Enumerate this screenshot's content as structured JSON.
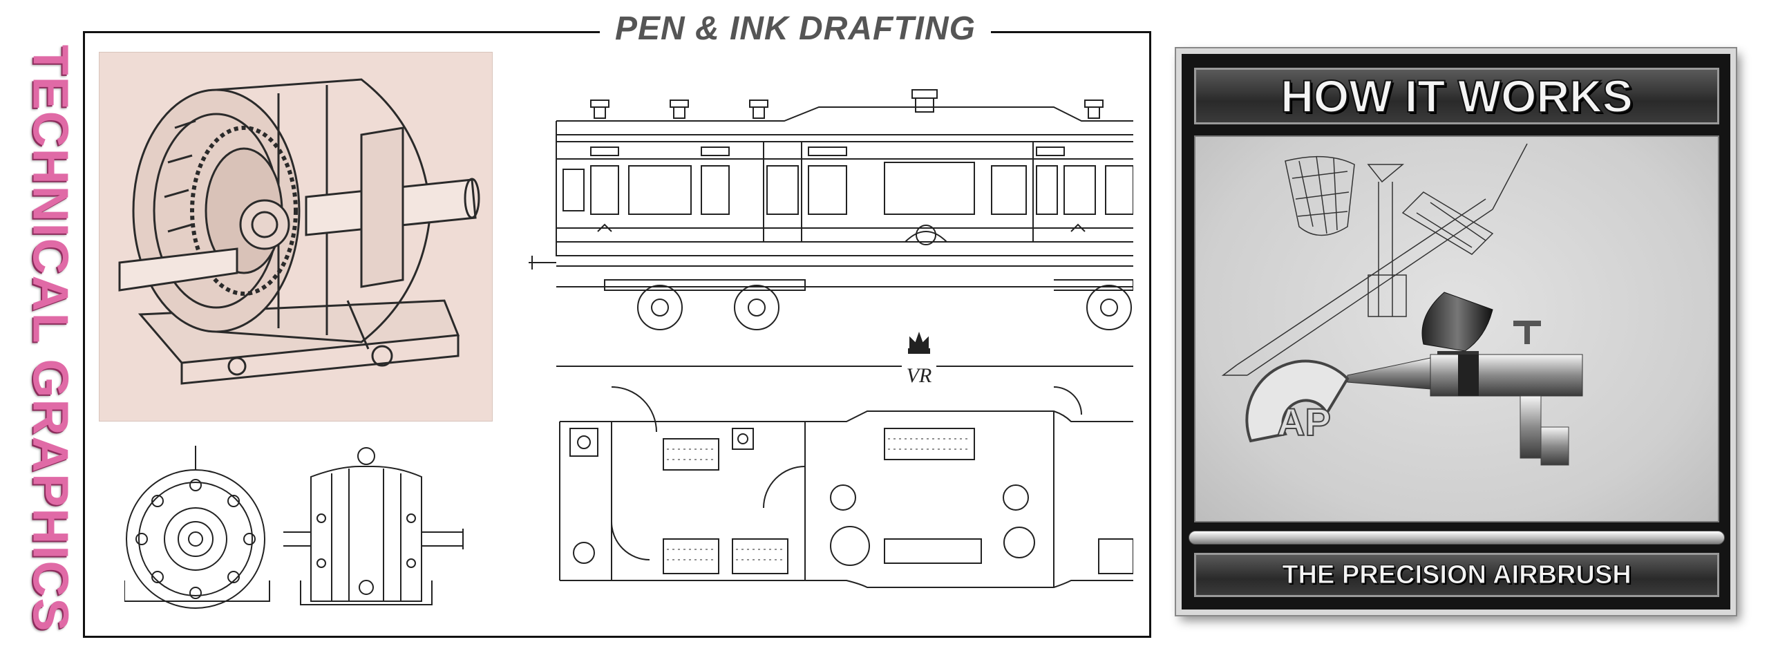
{
  "side_title": "TECHNICAL GRAPHICS",
  "drafting": {
    "title": "PEN & INK DRAFTING",
    "crest_monogram": "VR"
  },
  "how_it_works": {
    "title": "HOW IT WORKS",
    "caption": "THE PRECISION AIRBRUSH",
    "logo_text": "AP"
  },
  "colors": {
    "side_title": "#e06aa6",
    "panel_border": "#111111",
    "motor_background": "#efdcd5",
    "band_text": "#f4f4f4",
    "art_background": "#d4d4d4"
  }
}
